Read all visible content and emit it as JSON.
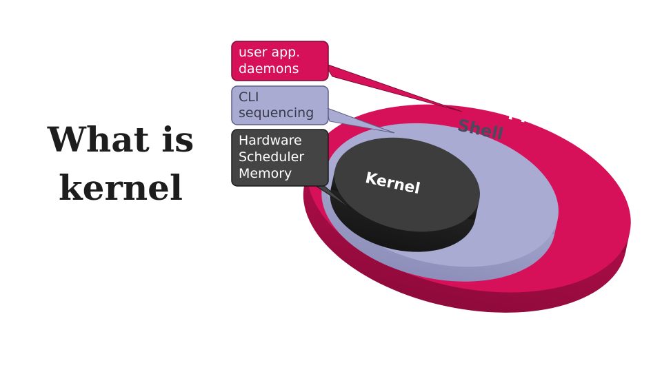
{
  "title": {
    "line1": "What is",
    "line2": "kernel"
  },
  "layers": {
    "application": {
      "label": "Application",
      "color": "#d6115a"
    },
    "shell": {
      "label": "Shell",
      "color": "#a9abd3"
    },
    "kernel": {
      "label": "Kernel",
      "color": "#3d3d3d"
    }
  },
  "callouts": {
    "application": {
      "lines": [
        "user app.",
        "daemons"
      ],
      "color": "#d6115a",
      "text_color": "#ffffff"
    },
    "shell": {
      "lines": [
        "CLI",
        "sequencing"
      ],
      "color": "#a9abd3",
      "text_color": "#3a3a4a"
    },
    "kernel": {
      "lines": [
        "Hardware",
        "Scheduler",
        "Memory"
      ],
      "color": "#444444",
      "text_color": "#ffffff"
    }
  }
}
